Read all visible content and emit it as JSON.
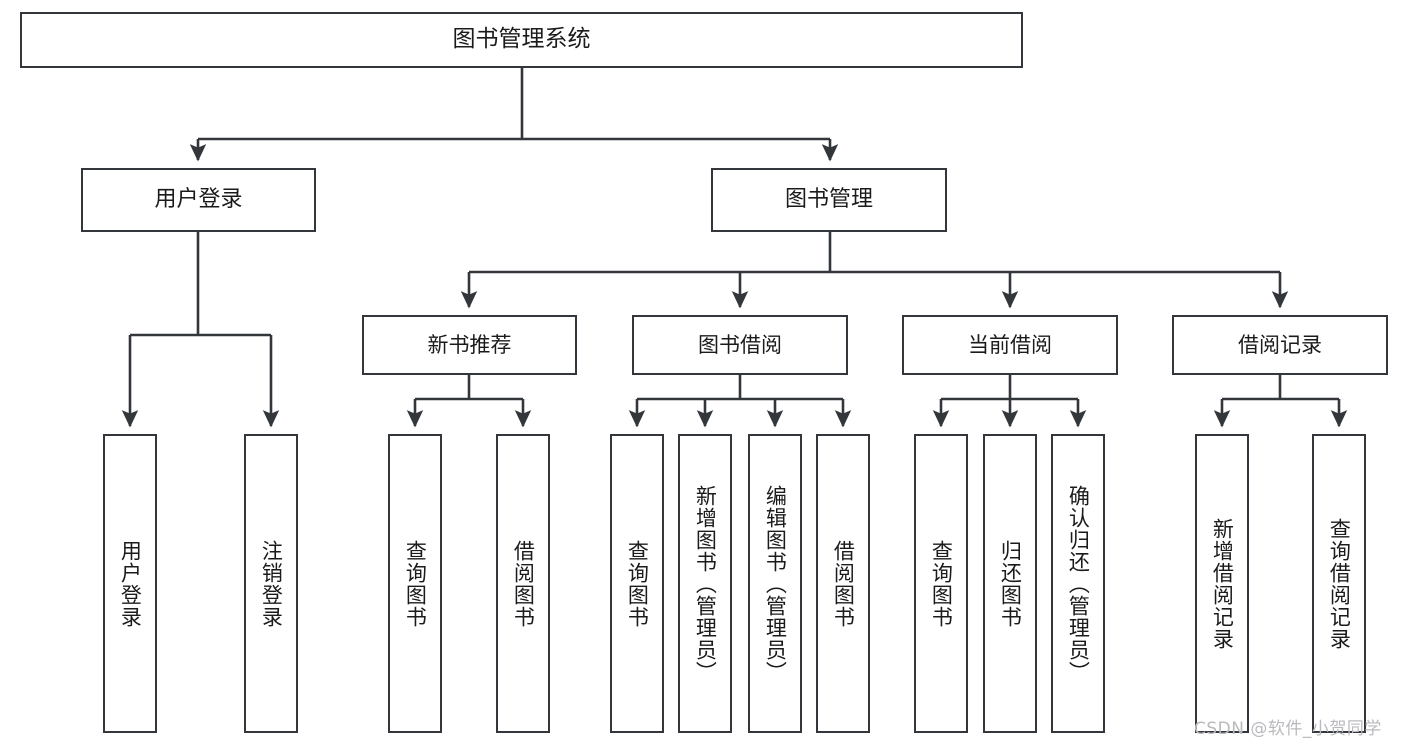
{
  "diagram": {
    "title": "图书管理系统",
    "root": {
      "label": "图书管理系统"
    },
    "level1": [
      {
        "label": "用户登录"
      },
      {
        "label": "图书管理"
      }
    ],
    "level2": [
      {
        "label": "新书推荐"
      },
      {
        "label": "图书借阅"
      },
      {
        "label": "当前借阅"
      },
      {
        "label": "借阅记录"
      }
    ],
    "leaves": {
      "user_login": [
        {
          "label": "用户登录"
        },
        {
          "label": "注销登录"
        }
      ],
      "new_book": [
        {
          "label": "查询图书"
        },
        {
          "label": "借阅图书"
        }
      ],
      "borrow_book": [
        {
          "label": "查询图书"
        },
        {
          "label": "新增图书（管理员）"
        },
        {
          "label": "编辑图书（管理员）"
        },
        {
          "label": "借阅图书"
        }
      ],
      "current_borrow": [
        {
          "label": "查询图书"
        },
        {
          "label": "归还图书"
        },
        {
          "label": "确认归还（管理员）"
        }
      ],
      "borrow_record": [
        {
          "label": "新增借阅记录"
        },
        {
          "label": "查询借阅记录"
        }
      ]
    }
  },
  "watermark": {
    "text": "CSDN @软件_小贺同学"
  },
  "colors": {
    "box_border": "#33363b",
    "box_fill": "#ffffff",
    "text": "#1b1b1b",
    "connector": "#33363b",
    "watermark": "#b9babd",
    "background": "#ffffff"
  }
}
